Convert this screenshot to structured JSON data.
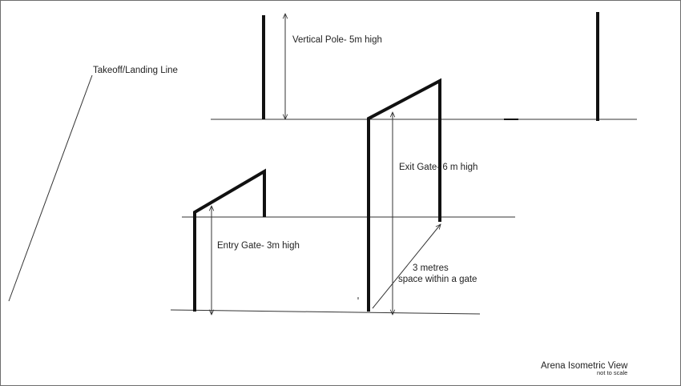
{
  "labels": {
    "takeoff_line": "Takeoff/Landing Line",
    "vertical_pole": "Vertical Pole- 5m high",
    "exit_gate": "Exit Gate- 6 m high",
    "entry_gate": "Entry Gate- 3m high",
    "space_line1": "3  metres",
    "space_line2": "space   within a gate",
    "view_title": "Arena Isometric View",
    "scale_note": "not to scale"
  },
  "colors": {
    "thick_stroke": "#111111",
    "thin_stroke": "#333333",
    "border": "#6e6e6e"
  }
}
